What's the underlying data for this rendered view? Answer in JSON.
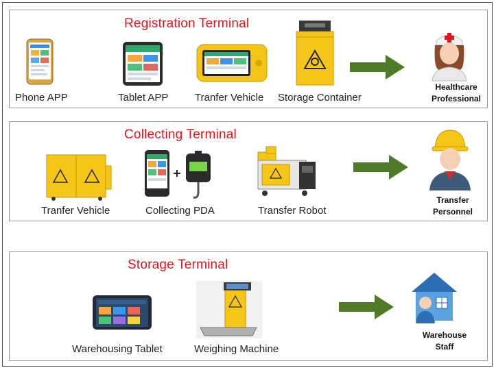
{
  "panels": [
    {
      "title": "Registration Terminal",
      "items": [
        "Phone APP",
        "Tablet APP",
        "Tranfer Vehicle",
        "Storage Container"
      ],
      "role": [
        "Healthcare",
        "Professional"
      ]
    },
    {
      "title": "Collecting Terminal",
      "items": [
        "Tranfer Vehicle",
        "Collecting PDA",
        "Transfer Robot"
      ],
      "role": [
        "Transfer",
        "Personnel"
      ]
    },
    {
      "title": "Storage Terminal",
      "items": [
        "Warehousing Tablet",
        "Weighing Machine"
      ],
      "role": [
        "Warehouse",
        "Staff"
      ]
    }
  ],
  "colors": {
    "title": "#e3141b",
    "arrow": "#4f7a28",
    "device_yellow": "#f5c518",
    "panel_border": "#9a9a9a"
  },
  "icons": [
    "smartphone-icon",
    "tablet-icon",
    "transfer-vehicle-icon",
    "storage-container-icon",
    "pda-icon",
    "scale-icon",
    "transfer-robot-icon",
    "weighing-machine-icon",
    "nurse-icon",
    "worker-icon",
    "warehouse-staff-icon",
    "arrow-right-icon"
  ]
}
